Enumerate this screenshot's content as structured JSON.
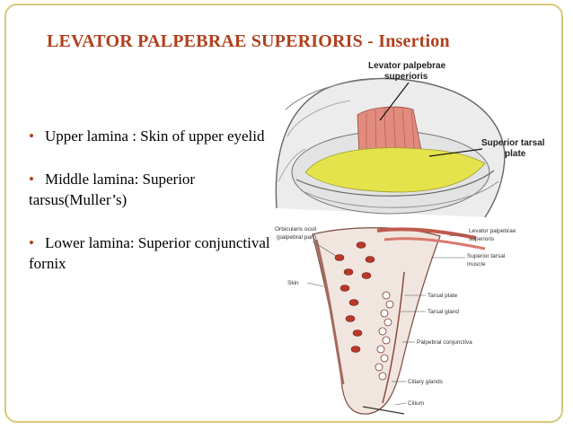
{
  "slide": {
    "title": "LEVATOR  PALPEBRAE  SUPERIORIS - Insertion",
    "bullets": [
      "Upper lamina : Skin of upper eyelid",
      "Middle lamina:  Superior tarsus(Muller’s)",
      "Lower lamina: Superior conjunctival fornix"
    ]
  },
  "upper_figure": {
    "labels": {
      "levator_1": "Levator palpebrae",
      "levator_2": "superioris",
      "tarsal_1": "Superior tarsal",
      "tarsal_2": "plate"
    }
  },
  "lower_figure": {
    "labels": {
      "orbicularis_1": "Orbicularis oculi",
      "orbicularis_2": "(palpebral part)",
      "skin": "Skin",
      "levator_1": "Levator palpebrae",
      "levator_2": "superioris",
      "muscle_1": "Superior tarsal",
      "muscle_2": "muscle",
      "tarsal_plate": "Tarsal plate",
      "tarsal_gland": "Tarsal gland",
      "conjunctiva": "Palpebral conjunctiva",
      "ciliary": "Ciliary glands",
      "cilium": "Cilium"
    }
  },
  "colors": {
    "title": "#b0401d",
    "frame": "#d8c878",
    "muscle": "#e28b7f",
    "tarsal_plate": "#e5e34b"
  }
}
